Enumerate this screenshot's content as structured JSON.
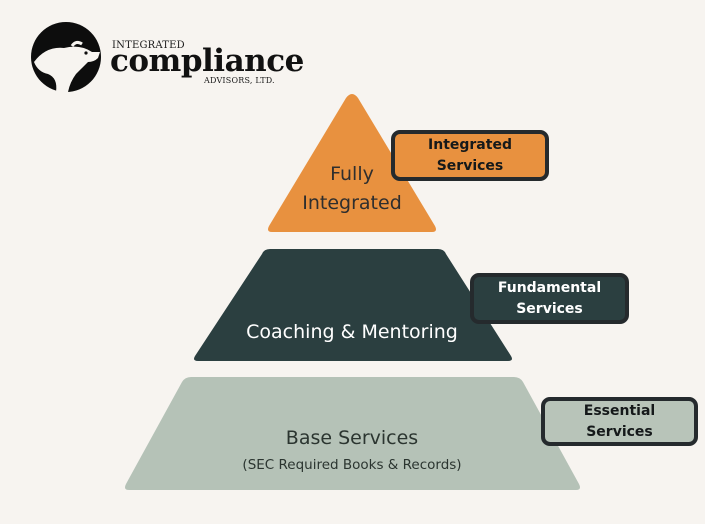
{
  "logo": {
    "top_text": "INTEGRATED",
    "main_text": "compliance",
    "sub_text": "ADVISORS, LTD.",
    "icon": "bear-head-icon"
  },
  "tiers": {
    "top": {
      "line1": "Fully",
      "line2": "Integrated",
      "color": "#e8913f"
    },
    "middle": {
      "label": "Coaching & Mentoring",
      "color": "#2b3f40"
    },
    "base": {
      "label": "Base Services",
      "sublabel": "(SEC Required Books & Records)",
      "color": "#b5c2b7"
    }
  },
  "badges": {
    "integrated": {
      "line1": "Integrated",
      "line2": "Services",
      "color": "#e8913f"
    },
    "fundamental": {
      "line1": "Fundamental",
      "line2": "Services",
      "color": "#2b3f40"
    },
    "essential": {
      "line1": "Essential",
      "line2": "Services",
      "color": "#b8c4b9"
    }
  }
}
